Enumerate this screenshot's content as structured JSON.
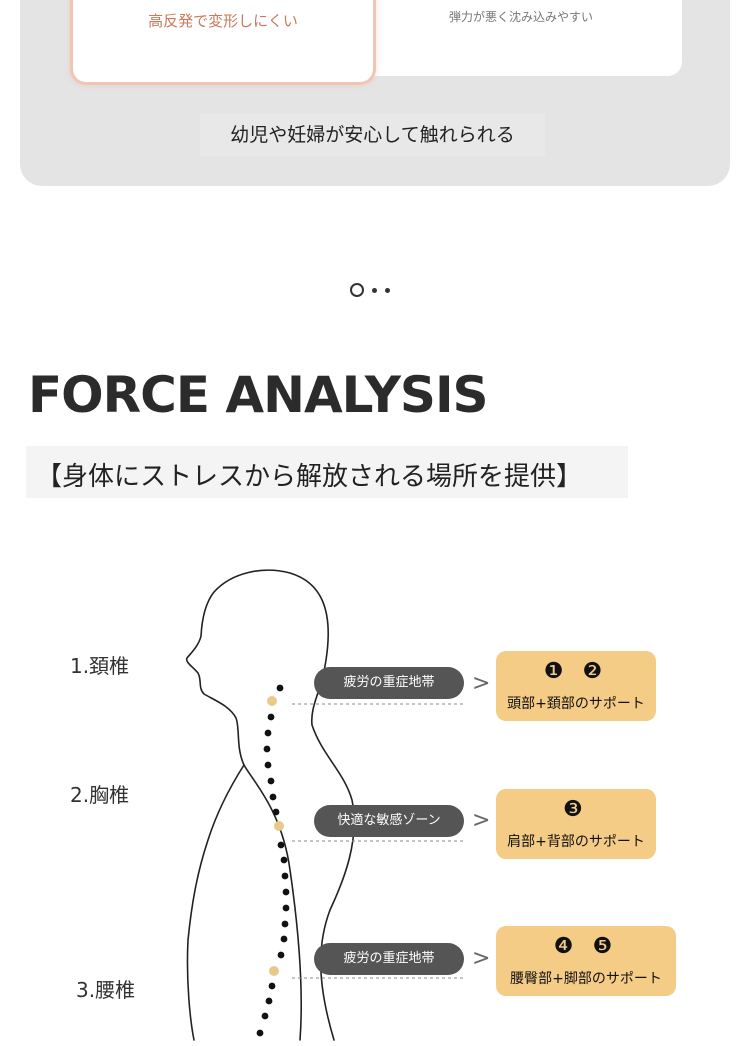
{
  "comparison": {
    "left_text": "高反発で変形しにくい",
    "right_text": "弾力が悪く沈み込みやすい",
    "note": "幼児や妊婦が安心して触れられる"
  },
  "pager": {
    "count": 3,
    "active": 0
  },
  "section": {
    "title": "FORCE ANALYSIS",
    "subtitle": "【身体にストレスから解放される場所を提供】"
  },
  "spine": {
    "labels": [
      "1.頚椎",
      "2.胸椎",
      "3.腰椎"
    ],
    "zones": [
      {
        "pill": "疲労の重症地帯",
        "numbers": "❶ ❷",
        "support": "頭部+頚部のサポート"
      },
      {
        "pill": "快適な敏感ゾーン",
        "numbers": "❸",
        "support": "肩部+背部のサポート"
      },
      {
        "pill": "疲労の重症地帯",
        "numbers": "❹ ❺",
        "support": "腰臀部+脚部のサポート"
      }
    ]
  },
  "colors": {
    "accent_orange": "#f4cc86",
    "pill_dark": "#555555",
    "highlight_peach": "#efc5b3",
    "marker_yellow": "#e8c98a"
  }
}
